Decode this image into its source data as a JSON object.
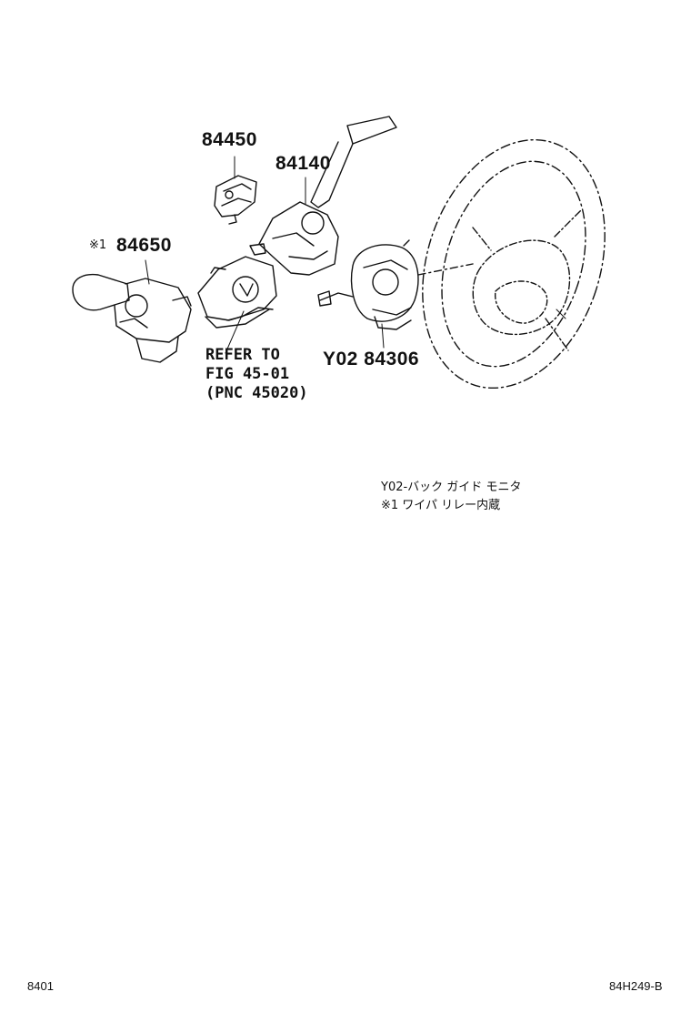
{
  "parts": {
    "p84450": "84450",
    "p84140": "84140",
    "p84650": "84650",
    "p84306": "Y02 84306",
    "marker": "※1"
  },
  "reference": {
    "line1": "REFER TO",
    "line2": "FIG 45-01",
    "line3": "(PNC 45020)"
  },
  "notes": {
    "line1": "Y02-バック ガイド モニタ",
    "line2": "※1 ワイパ リレー内蔵"
  },
  "footer": {
    "page_code": "8401",
    "figure_code": "84H249-B"
  }
}
